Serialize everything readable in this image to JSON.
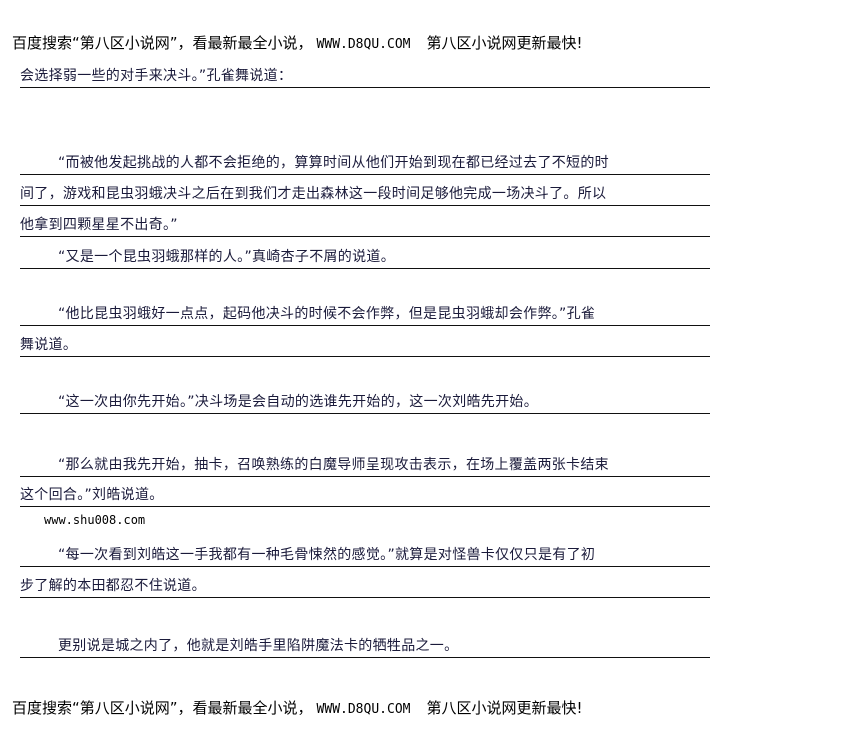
{
  "header": {
    "text": "百度搜索“第八区小说网”，看最新最全小说，",
    "url": "WWW.D8QU.COM",
    "tail": "第八区小说网更新最快!"
  },
  "lines": [
    "会选择弱一些的对手来决斗。”孔雀舞说道：",
    "“而被他发起挑战的人都不会拒绝的，算算时间从他们开始到现在都已经过去了不短的时",
    "间了，游戏和昆虫羽蛾决斗之后在到我们才走出森林这一段时间足够他完成一场决斗了。所以",
    "他拿到四颗星星不出奇。”",
    "“又是一个昆虫羽蛾那样的人。”真崎杏子不屑的说道。",
    "“他比昆虫羽蛾好一点点，起码他决斗的时候不会作弊，但是昆虫羽蛾却会作弊。”孔雀",
    "舞说道。",
    "“这一次由你先开始。”决斗场是会自动的选谁先开始的，这一次刘皓先开始。",
    "“那么就由我先开始，抽卡，召唤熟练的白魔导师呈现攻击表示，在场上覆盖两张卡结束",
    "这个回合。”刘皓说道。",
    "“每一次看到刘皓这一手我都有一种毛骨悚然的感觉。”就算是对怪兽卡仅仅只是有了初",
    "步了解的本田都忍不住说道。",
    "更别说是城之内了，他就是刘皓手里陷阱魔法卡的牺牲品之一。"
  ],
  "site_mark": "www.shu008.com",
  "footer": {
    "text": "百度搜索“第八区小说网”，看最新最全小说，",
    "url": "WWW.D8QU.COM",
    "tail": "第八区小说网更新最快!"
  }
}
